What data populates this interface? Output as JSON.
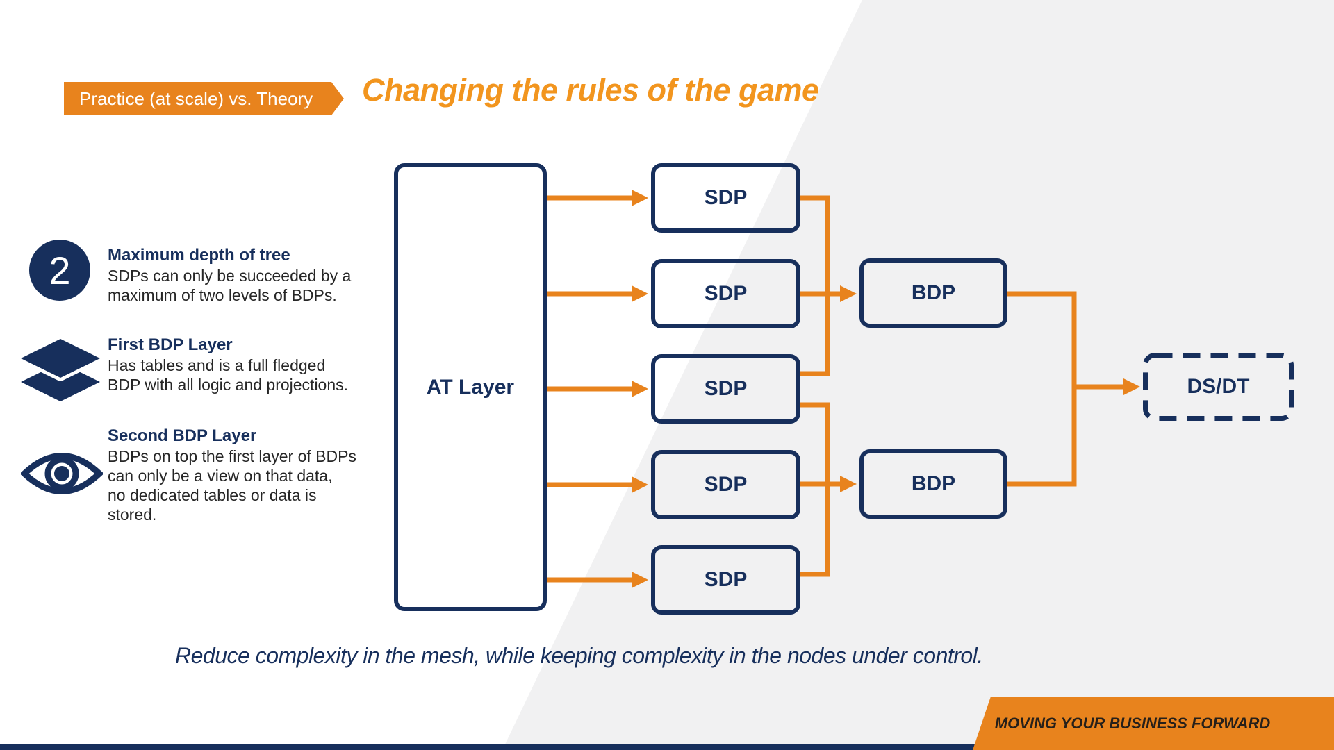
{
  "colors": {
    "navy": "#172F5C",
    "orange": "#E8831D",
    "title_orange": "#F2951E",
    "bg_gray": "#F1F1F2",
    "body_text": "#262626"
  },
  "header": {
    "kicker": "Practice (at scale) vs. Theory",
    "title": "Changing the rules of the game"
  },
  "rules": [
    {
      "icon": "number-2-badge",
      "number": "2",
      "heading": "Maximum depth of tree",
      "body": "SDPs can only be succeeded by a\nmaximum of two levels of BDPs."
    },
    {
      "icon": "layers-icon",
      "heading": "First BDP Layer",
      "body": "Has tables and is a full fledged\nBDP with all logic and projections."
    },
    {
      "icon": "eye-icon",
      "heading": "Second BDP Layer",
      "body": "BDPs on top the first layer of BDPs\ncan only be a view on that data,\nno dedicated tables or data is\nstored."
    }
  ],
  "diagram": {
    "at_label": "AT Layer",
    "sdp": [
      "SDP",
      "SDP",
      "SDP",
      "SDP",
      "SDP"
    ],
    "bdp": [
      "BDP",
      "BDP"
    ],
    "dsdt_label": "DS/DT"
  },
  "footer": {
    "note": "Reduce complexity in the mesh, while keeping complexity in the nodes under control.",
    "tagline": "MOVING YOUR BUSINESS FORWARD"
  }
}
